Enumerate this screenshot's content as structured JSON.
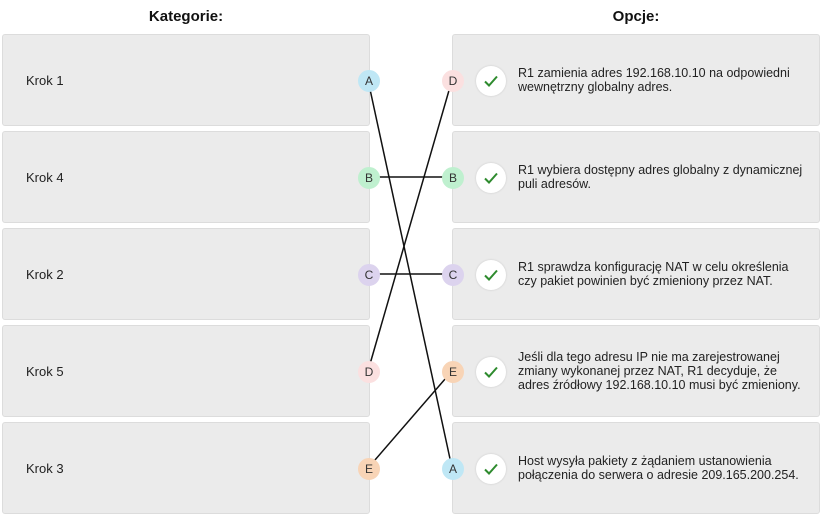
{
  "headings": {
    "categories": "Kategorie:",
    "options": "Opcje:"
  },
  "categories": [
    {
      "label": "Krok 1",
      "badge": "A",
      "color": "#bfe7f5"
    },
    {
      "label": "Krok 4",
      "badge": "B",
      "color": "#bff0cf"
    },
    {
      "label": "Krok 2",
      "badge": "C",
      "color": "#dcd3ee"
    },
    {
      "label": "Krok 5",
      "badge": "D",
      "color": "#fbe0e0"
    },
    {
      "label": "Krok 3",
      "badge": "E",
      "color": "#f8d4b6"
    }
  ],
  "options": [
    {
      "badge": "D",
      "color": "#fbe0e0",
      "text": "R1 zamienia adres 192.168.10.10 na odpowiedni wewnętrzny globalny adres."
    },
    {
      "badge": "B",
      "color": "#bff0cf",
      "text": "R1 wybiera dostępny adres globalny z dynamicznej puli adresów."
    },
    {
      "badge": "C",
      "color": "#dcd3ee",
      "text": "R1 sprawdza konfigurację NAT w celu określenia czy pakiet powinien być zmieniony przez NAT."
    },
    {
      "badge": "E",
      "color": "#f8d4b6",
      "text": "Jeśli dla tego adresu IP nie ma zarejestrowanej zmiany wykonanej przez NAT, R1 decyduje, że adres źródłowy 192.168.10.10 musi być zmieniony."
    },
    {
      "badge": "A",
      "color": "#bfe7f5",
      "text": "Host wysyła pakiety z żądaniem ustanowienia połączenia do serwera o adresie 209.165.200.254."
    }
  ],
  "check_color": "#2e8b2e",
  "line_color": "#111111"
}
